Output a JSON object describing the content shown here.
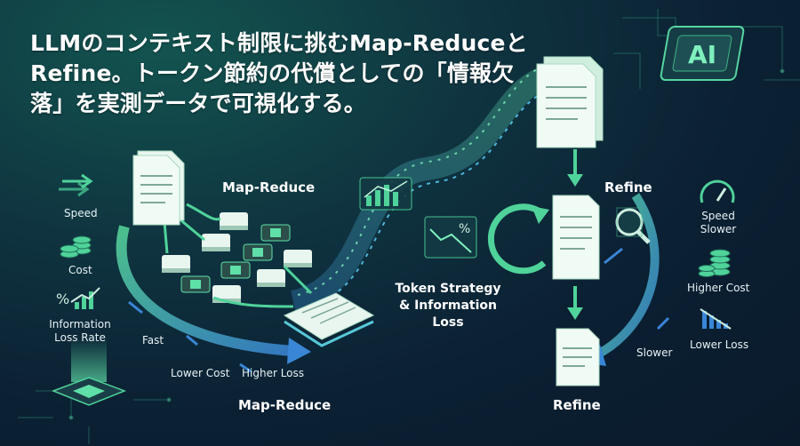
{
  "title_line1": "LLMのコンテキスト制限に挑むMap-Reduceと",
  "title_line2": "Refine。トークン節約の代償としての「情報欠",
  "title_line3": "落」を実測データで可視化する。",
  "map_reduce_top_label": "Map-Reduce",
  "map_reduce_bottom_label": "Map-Reduce",
  "refine_top_label": "Refine",
  "refine_bottom_label": "Refine",
  "center_label": [
    "Token Strategy",
    "& Information",
    "Loss"
  ],
  "chip_text": "AI",
  "percent_symbol": "%",
  "left_legend": {
    "speed": "Speed",
    "cost": "Cost",
    "info_loss": [
      "Information",
      "Loss Rate"
    ]
  },
  "map_reduce_traits": {
    "fast": "Fast",
    "lower_cost": "Lower Cost",
    "higher_loss": "Higher Loss"
  },
  "refine_traits": {
    "speed_slower": [
      "Speed",
      "Slower"
    ],
    "higher_cost": "Higher Cost",
    "lower_loss": "Lower Loss",
    "slower": "Slower"
  },
  "colors": {
    "accent_green": "#4fd39a",
    "accent_blue": "#3f8fd8",
    "doc_fill": "#e9f6ef",
    "background": "#0b2033"
  },
  "icons": [
    "arrows-icon",
    "coin-stack-icon",
    "percent-chart-icon",
    "ai-chip-icon",
    "magnifier-icon",
    "refresh-loop-icon",
    "gauge-icon",
    "declining-bars-icon",
    "document-icon",
    "server-node-icon"
  ]
}
